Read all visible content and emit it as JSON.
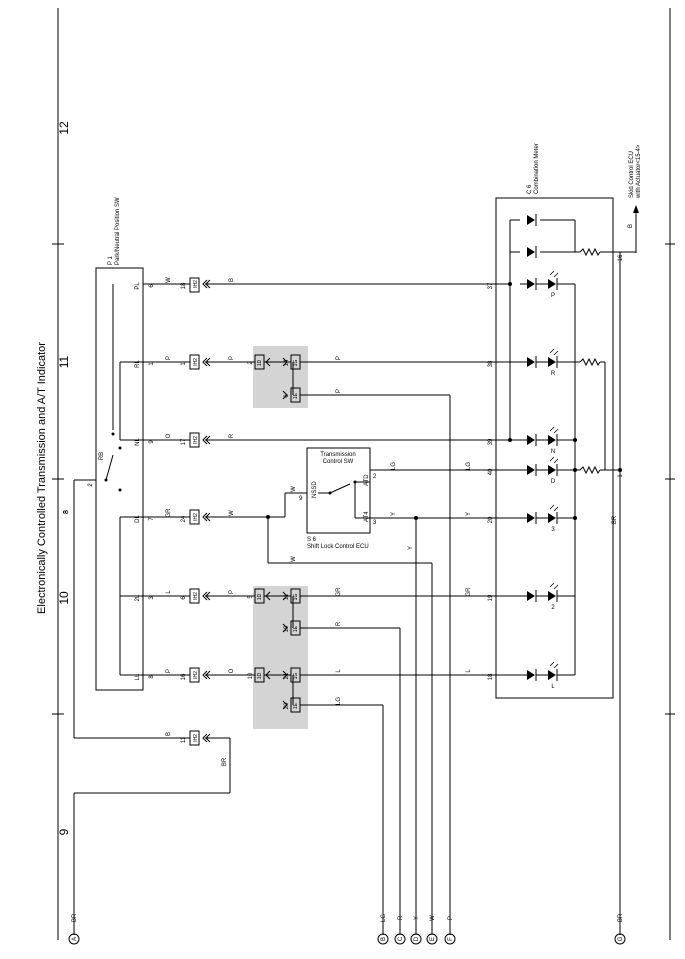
{
  "title": "Electronically Controlled Transmission and A/T Indicator",
  "section_numbers": [
    "12",
    "11",
    "10",
    "9"
  ],
  "side_digit": "8",
  "components": {
    "p1": {
      "code": "P 1",
      "name": "Park/Neutral Position SW"
    },
    "c6": {
      "code": "C 6",
      "name": "Combination Meter"
    },
    "s6": {
      "code": "S 6",
      "name": "Shift Lock Control ECU"
    },
    "tcsw": {
      "line1": "Transmission",
      "line2": "Control SW"
    },
    "skid": {
      "line1": "Skid Control ECU",
      "line2": "with Actuator<15-4>"
    }
  },
  "p1_pins": [
    {
      "pin": "6",
      "label": "PL"
    },
    {
      "pin": "1",
      "label": "RL"
    },
    {
      "pin": "9",
      "label": "NL"
    },
    {
      "pin": "7",
      "label": "DL"
    },
    {
      "pin": "3",
      "label": "2L"
    },
    {
      "pin": "8",
      "label": "LL"
    }
  ],
  "p1_rb": {
    "pin": "2",
    "label": "RB"
  },
  "ih2": [
    {
      "pin": "18",
      "label": "IH2"
    },
    {
      "pin": "1",
      "label": "IH2"
    },
    {
      "pin": "17",
      "label": "IH2"
    },
    {
      "pin": "24",
      "label": "IH2"
    },
    {
      "pin": "6",
      "label": "IH2"
    },
    {
      "pin": "16",
      "label": "IH2"
    },
    {
      "pin": "11",
      "label": "IH2"
    }
  ],
  "junctions": [
    {
      "pin": "2",
      "label": "1D"
    },
    {
      "pin": "14",
      "label": "1G"
    },
    {
      "pin": "6",
      "label": "1E"
    },
    {
      "pin": "5",
      "label": "1D"
    },
    {
      "pin": "11",
      "label": "1G"
    },
    {
      "pin": "19",
      "label": "1E"
    },
    {
      "pin": "10",
      "label": "1D"
    },
    {
      "pin": "21",
      "label": "1G"
    },
    {
      "pin": "20",
      "label": "1E"
    }
  ],
  "wire_colors": {
    "pl_left": "W",
    "pl_right": "B",
    "rl_left": "P",
    "rl_mid": "P",
    "rl_right": "P",
    "rl_branch": "P",
    "nl_left": "O",
    "nl_right": "R",
    "dl_left": "GR",
    "dl_right": "W",
    "dl_down": "W",
    "nssd": "W",
    "ld_wire": "LG",
    "ld_right": "LG",
    "at4_wire": "Y",
    "at4_right": "Y",
    "at4_down": "Y",
    "l2_left": "L",
    "l2_mid": "P",
    "l2_right": "GR",
    "l2_far": "GR",
    "l2_branch": "R",
    "ll_left": "P",
    "ll_mid": "O",
    "ll_right": "L",
    "ll_far": "L",
    "ll_branch": "LG",
    "rb": "B",
    "bottom_left": "B",
    "bottom_down": "BR",
    "skid_wire": "B",
    "g_wire": "BR"
  },
  "tcsw_terms": {
    "nssd": "NSSD",
    "atd": "ATD",
    "at4": "AT4",
    "pin_nssd": "9",
    "pin_atd": "2",
    "pin_at4": "3"
  },
  "c6_pins": [
    "37",
    "38",
    "39",
    "40",
    "20",
    "19",
    "18",
    "16",
    "1"
  ],
  "indicators": [
    "P",
    "R",
    "N",
    "D",
    "3",
    "2",
    "L"
  ],
  "connectors": [
    {
      "id": "A",
      "color": "BR"
    },
    {
      "id": "B",
      "color": "LG"
    },
    {
      "id": "C",
      "color": "R"
    },
    {
      "id": "D",
      "color": "Y"
    },
    {
      "id": "E",
      "color": "W"
    },
    {
      "id": "F",
      "color": "P"
    },
    {
      "id": "G",
      "color": "BR"
    }
  ]
}
